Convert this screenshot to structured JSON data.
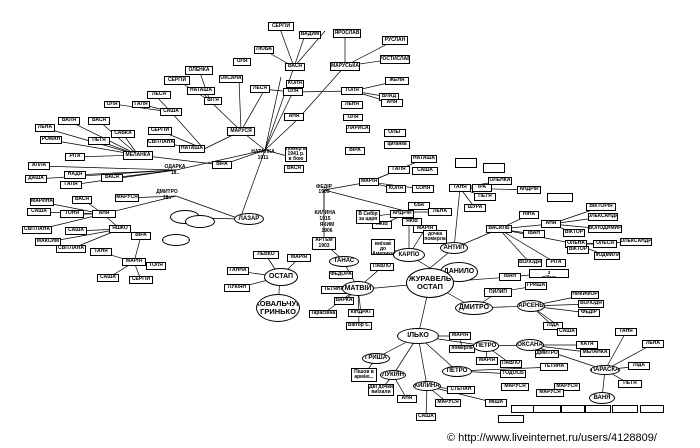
{
  "watermark": "© http://www.liveinternet.ru/users/4128809/",
  "nodes": {
    "sergiy_top": "СЕРГІЙ",
    "vadym": "ВАДИМ",
    "yaroslav": "ЯРОСЛАВ",
    "ruslan": "РУСЛАН",
    "liuba_top": "ЛЮБА",
    "vasia_top": "ВАСЯ",
    "maruska_top": "МАРУСЬКА",
    "rostyslav": "РОСТИСЛАВ",
    "olia_a": "ОЛЯ",
    "olenka_a": "ОЛЕНКА",
    "sergiy_a": "СЕРГІЙ",
    "oksana_a": "ОКСАНА",
    "vitia": "ВІТЯ",
    "lesia_a": "ЛЕСЯ",
    "olia_b": "ОЛЯ",
    "tolia": "ТОЛЯ",
    "zhenia": "ЖЕНЯ",
    "natasha_a": "НАТАША",
    "kolia": "КОЛЯ",
    "vlad": "ВЛАД",
    "olia_c": "ОЛЯ",
    "galia_a": "ГАЛЯ",
    "lesia_b": "ЛЕСЯ",
    "lenia": "ЛЕНЯ",
    "ania_a": "АНЯ",
    "sasha_a": "САША",
    "ania_b": "АНЯ",
    "maruska_b": "МАРУСЯ",
    "olia_d": "ОЛЯ",
    "larysa": "ЛАРИСА",
    "oleg": "ОЛЕГ",
    "valia_a": "ВАЛЯ",
    "vasia_a": "ВАСЯ",
    "lena_a": "ЛЕНА",
    "savka": "САВКА",
    "roman": "РОМАН",
    "petia_a": "ПЕТЯ",
    "sergiy_b": "СЕРГІЙ",
    "svitlana_a": "СВІТЛАНА",
    "natasha_b": "НАТАША",
    "vira_a": "ВІРА",
    "tsyhanka": "циганка",
    "vira_b": "ВІРА",
    "melania_a": "МЕЛАНКА",
    "nataliya": "НАТАЛКА\n1911",
    "tomer": "помер в\n1941 р.\nв бою",
    "vasia_b": "ВАСЯ",
    "fedir": "ФЕДІР\n1909",
    "maria_a": "МАРІЯ",
    "galia_b": "ГАЛЯ",
    "natasha_c": "НАТАША",
    "rita_a": "РІТА",
    "alla": "АЛЛА",
    "nadia": "НАДЯ",
    "odarka": "ОДАРКА\n18..",
    "dasha": "ДАША",
    "galia_c": "ГАЛЯ",
    "vasia_c": "ВАСЯ",
    "sasha_b": "САША",
    "kolia_b": "КОЛЯ",
    "sonia": "СОНЯ",
    "tania_a": "ТАНЯ",
    "ira": "ІРА",
    "andriy_a": "АНДРІЙ",
    "olenka_b": "ОЛЕНКА",
    "petia_b": "ПЕТЯ",
    "shura": "ШУРА",
    "kylyna": "КИЛИНА\n1915",
    "yakiv_top": "ЯКИМ\n1906",
    "marina": "МАРИНА",
    "maruska_c": "МАРУСЯ",
    "dmytro_a": "ДМИТРО\n18..",
    "sasha_c": "САША",
    "tonia": "ТОНЯ",
    "vasia_d": "ВАСЯ",
    "svitlana_b": "СВІТЛАНА",
    "ania_c": "АНЯ",
    "maksym": "МАКСИМ",
    "sasha_d": "САША",
    "svitlana_c": "СВІТЛАНА",
    "yashko": "ЯШКО",
    "vira_c": "ВІРА",
    "tania_b": "ТАНЯ",
    "maria_b": "МАРІЯ",
    "tolia_b": "ТОЛЯ",
    "sasha_e": "САША",
    "sergiy_c": "СЕРГІЙ",
    "artem": "АРТЕМ\n1903",
    "yakiv_b": "ЯКІВ",
    "u_sybiru": "В Сибір\nза царя",
    "andriy_b": "АНДРІЙ",
    "eva": "ЄВА",
    "yakiv_c": "ЯКІВ",
    "lena_b": "ЛЕНА",
    "v1914": "в 1914 р.\nвиїхав до\nАмерики",
    "maria_c": "МАРІЯ",
    "dochka": "дочка\nпомерла",
    "vasyl": "ВАСИЛЬ",
    "ivan_a": "ІВАН",
    "viktoria": "ВІКТОРІЯ",
    "nina": "НІНА",
    "oleksandr_a": "ОЛЕКСАНДР",
    "ania_d": "АНЯ",
    "viktor_a": "ВІКТОР",
    "volodymyr_a": "ВОЛОДИМИР",
    "olena": "ОЛЕНА",
    "olesia": "ОЛЕСЯ",
    "oleksandr_b": "ОЛЕКСАНДР",
    "liudmyla": "ЛЮДМИЛА",
    "viktor_b": "ВІКТОР",
    "volodia_a": "ВОЛОДЯ",
    "rita_b": "РІТА",
    "levko": "ЛЕВКО",
    "maria_d": "МАРІЯ",
    "ostap_a": "ОСТАП",
    "ganna": "ГАННА",
    "lazar": "ЛАЗАР",
    "lukian_a": "ЛУКІЯН",
    "kovalchuk": "КОВАЛЬЧУК\nГРИНЬКО",
    "tanas": "ТАНАС",
    "fedora": "ФЕДОРА",
    "pavlo_a": "ПАВЛО",
    "karpo": "КАРПО",
    "antyp": "АНТИП",
    "danylo": "ДАНИЛО",
    "tetiana": "ТЕТЯНА",
    "matvii": "МАТВІЙ",
    "varka": "ВАРКА",
    "kindrat": "КІНДРАТ",
    "taras": "Тарасівна",
    "viktor_e": "Віктор Є.",
    "zhuravel": "ЖУРАВЕЛЬ\nОСТАП",
    "ivan_b": "ІВАН",
    "ne_povernuvsia": "не повернувся з\nвійни",
    "pylyp": "ПИЛИП",
    "grysha_a": "ГРИША",
    "dmytro_b": "ДМИТРО",
    "nykyfor": "НИКИФОР",
    "arseniy": "АРСЕНЬ",
    "volodia_b": "ВОЛОДЯ",
    "fedir_b": "ФЕДІР",
    "lida_a": "ЛІДА",
    "sasha_f": "САША",
    "ilko": "ІЛЬКО",
    "maria_e": "МАРІЯ",
    "pomerla": "померла",
    "petro_a": "ПЕТРО",
    "oksana_b": "ОКСАНА",
    "katia": "КАТЯ",
    "melania_b": "МЕЛАНКА",
    "maria_f": "МАРІЯ",
    "pavlo_b": "ПАВЛО",
    "dmytro_c": "ДМИТРО",
    "tania_c": "ТАНЯ",
    "lena_c": "ЛЕНА",
    "lida_b": "ЛІДА",
    "petro_b": "ПЕТРО",
    "grysha_b": "ГРИША",
    "todos": "ТОДОСЬ",
    "tetiana_b": "ТЕТЯНА",
    "parasia": "ПАРАСКА",
    "pidsia": "Пішов в\nармію...",
    "lukian_b": "ЛУКІЯН",
    "dvi_dochky": "Дві дочки\nвиїхали",
    "kylyna_b": "КИЛИНА",
    "stepan": "СТЕПАН",
    "maruska_d": "МАРУСЯ",
    "maruska_e": "МАРУСЯ",
    "petia_c": "ПЕТЯ",
    "vania": "ВАНЯ",
    "ania_e": "АНЯ",
    "sasha_g": "САША",
    "marusia_f": "МАРУСЯ",
    "misha": "МІША",
    "maruska_g": "МАРУСЯ"
  }
}
